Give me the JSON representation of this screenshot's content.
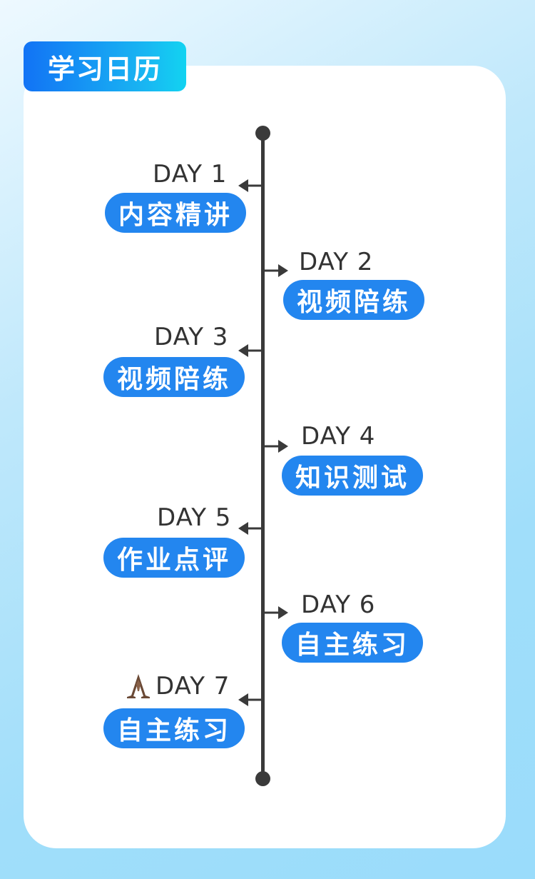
{
  "header": {
    "title": "学习日历"
  },
  "timeline": {
    "items": [
      {
        "day": "DAY 1",
        "activity": "内容精讲",
        "side": "left"
      },
      {
        "day": "DAY 2",
        "activity": "视频陪练",
        "side": "right"
      },
      {
        "day": "DAY 3",
        "activity": "视频陪练",
        "side": "left"
      },
      {
        "day": "DAY 4",
        "activity": "知识测试",
        "side": "right"
      },
      {
        "day": "DAY 5",
        "activity": "作业点评",
        "side": "left"
      },
      {
        "day": "DAY 6",
        "activity": "自主练习",
        "side": "right"
      },
      {
        "day": "DAY 7",
        "activity": "自主练习",
        "side": "left",
        "icon": "gate-icon"
      }
    ]
  },
  "colors": {
    "pill": "#2386EF",
    "axis": "#3A3A3A",
    "title_gradient_start": "#1273F5",
    "title_gradient_end": "#12D3F1"
  }
}
